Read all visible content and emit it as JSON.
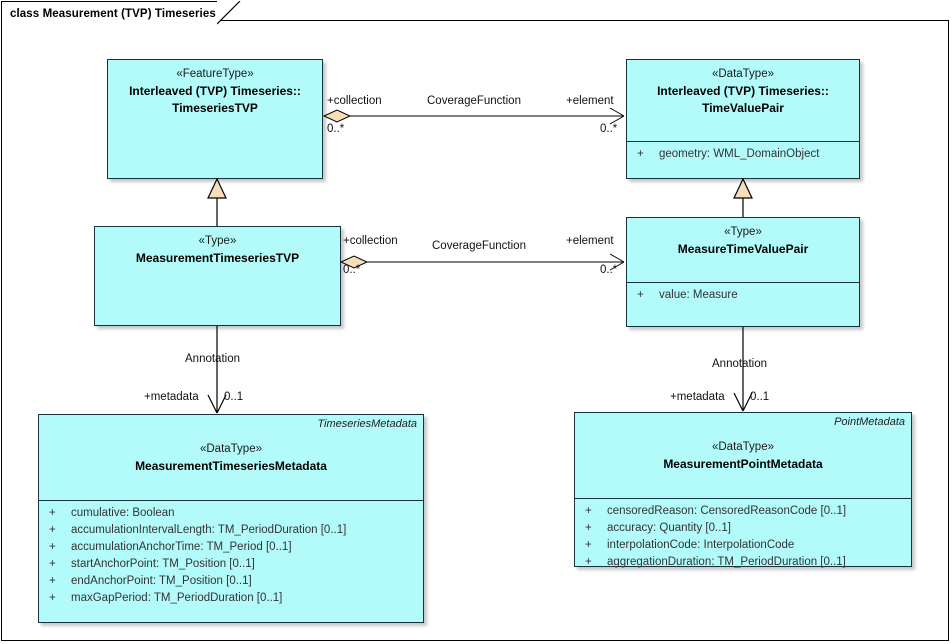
{
  "diagram": {
    "title": "class Measurement (TVP) Timeseries",
    "background_color": "#ffffff",
    "class_fill_color": "#B3FBFB",
    "class_border_color": "#16343f",
    "adornment_fill_color": "#F5DEB9"
  },
  "classes": [
    {
      "id": "timeseriestvp",
      "stereotype": "«FeatureType»",
      "name_line1": "Interleaved (TVP) Timeseries::",
      "name_line2": "TimeseriesTVP",
      "role": "",
      "attributes": []
    },
    {
      "id": "timevaluepair",
      "stereotype": "«DataType»",
      "name_line1": "Interleaved (TVP) Timeseries::",
      "name_line2": "TimeValuePair",
      "role": "",
      "attributes": [
        {
          "visibility": "+",
          "text": "geometry: WML_DomainObject"
        }
      ]
    },
    {
      "id": "measurementtimeseriestvp",
      "stereotype": "«Type»",
      "name_line1": "MeasurementTimeseriesTVP",
      "name_line2": "",
      "role": "",
      "attributes": []
    },
    {
      "id": "measuretimevaluepair",
      "stereotype": "«Type»",
      "name_line1": "MeasureTimeValuePair",
      "name_line2": "",
      "role": "",
      "attributes": [
        {
          "visibility": "+",
          "text": "value: Measure"
        }
      ]
    },
    {
      "id": "measurementtimeseriesmetadata",
      "stereotype": "«DataType»",
      "name_line1": "MeasurementTimeseriesMetadata",
      "name_line2": "",
      "role": "TimeseriesMetadata",
      "attributes": [
        {
          "visibility": "+",
          "text": "cumulative: Boolean"
        },
        {
          "visibility": "+",
          "text": "accumulationIntervalLength: TM_PeriodDuration [0..1]"
        },
        {
          "visibility": "+",
          "text": "accumulationAnchorTime: TM_Period [0..1]"
        },
        {
          "visibility": "+",
          "text": "startAnchorPoint: TM_Position [0..1]"
        },
        {
          "visibility": "+",
          "text": "endAnchorPoint: TM_Position [0..1]"
        },
        {
          "visibility": "+",
          "text": "maxGapPeriod: TM_PeriodDuration [0..1]"
        }
      ]
    },
    {
      "id": "measurementpointmetadata",
      "stereotype": "«DataType»",
      "name_line1": "MeasurementPointMetadata",
      "name_line2": "",
      "role": "PointMetadata",
      "attributes": [
        {
          "visibility": "+",
          "text": "censoredReason: CensoredReasonCode [0..1]"
        },
        {
          "visibility": "+",
          "text": "accuracy: Quantity [0..1]"
        },
        {
          "visibility": "+",
          "text": "interpolationCode: InterpolationCode"
        },
        {
          "visibility": "+",
          "text": "aggregationDuration: TM_PeriodDuration [0..1]"
        }
      ]
    }
  ],
  "connectors": {
    "coverage_top": {
      "name": "CoverageFunction",
      "source_role": "+collection",
      "source_multiplicity": "0..*",
      "target_role": "+element",
      "target_multiplicity": "0..*"
    },
    "coverage_bottom": {
      "name": "CoverageFunction",
      "source_role": "+collection",
      "source_multiplicity": "0..*",
      "target_role": "+element",
      "target_multiplicity": "0..*"
    },
    "annotation_left": {
      "name": "Annotation",
      "target_role": "+metadata",
      "target_multiplicity": "0..1"
    },
    "annotation_right": {
      "name": "Annotation",
      "target_role": "+metadata",
      "target_multiplicity": "0..1"
    }
  }
}
